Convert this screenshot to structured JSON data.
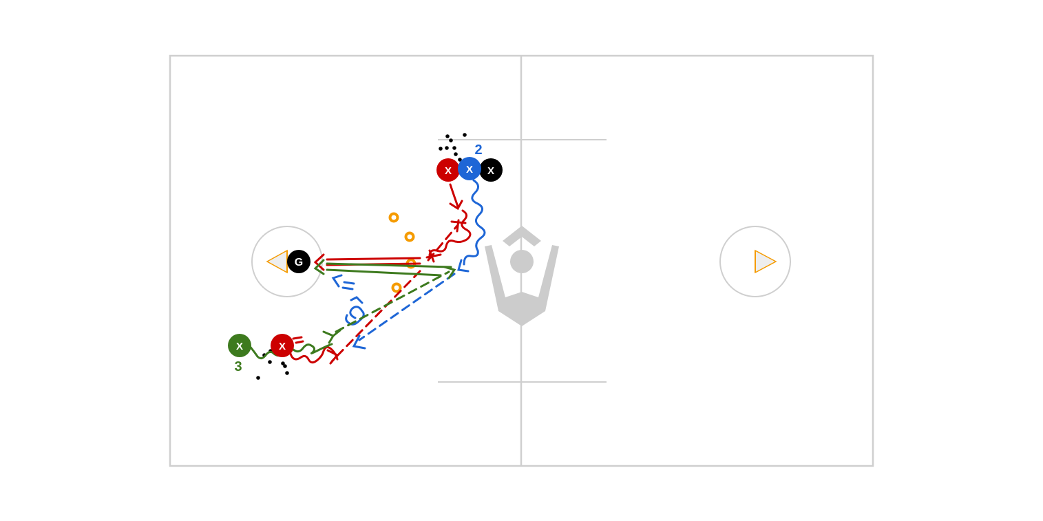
{
  "colors": {
    "field_line": "#cfcfcf",
    "logo": "#cccccc",
    "red": "#cc0000",
    "blue": "#1e66d6",
    "green": "#3d7a1e",
    "black": "#000000",
    "orange": "#f59b00",
    "goal_fill": "#eeeeee",
    "goal_edge": "#f59b00"
  },
  "icons": {
    "logo": "brand-logo-icon",
    "goal": "goal-triangle-icon",
    "cone": "cone-ring-icon",
    "ball": "ball-dot-icon"
  },
  "players": {
    "goalie": {
      "label": "G",
      "color": "black"
    },
    "red_top": {
      "label": "X",
      "color": "red"
    },
    "blue_top": {
      "label": "X",
      "color": "blue"
    },
    "black_top": {
      "label": "X",
      "color": "black"
    },
    "green_bottom": {
      "label": "X",
      "color": "green"
    },
    "red_bottom": {
      "label": "X",
      "color": "red"
    }
  },
  "numbers": {
    "blue_number": "2",
    "green_number": "3"
  }
}
